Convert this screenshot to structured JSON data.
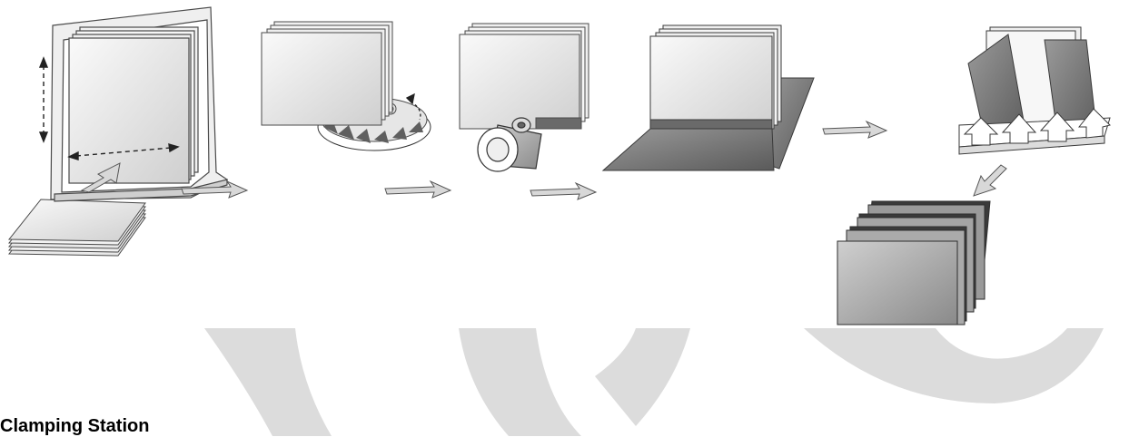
{
  "figure": {
    "caption": "Clamping Station"
  },
  "colors": {
    "background": "#ffffff",
    "watermark": "#dcdcdc",
    "sheet_light": "#f4f4f4",
    "sheet_mid": "#d2d2d2",
    "sheet_dark": "#6e6e6e",
    "outline": "#4a4a4a",
    "text": "#000000"
  },
  "steps": [
    "input-sheet-stack",
    "clamping-frame",
    "notching-disc",
    "edge-roller",
    "folding-flap",
    "stacking-conveyor",
    "finished-stack"
  ]
}
